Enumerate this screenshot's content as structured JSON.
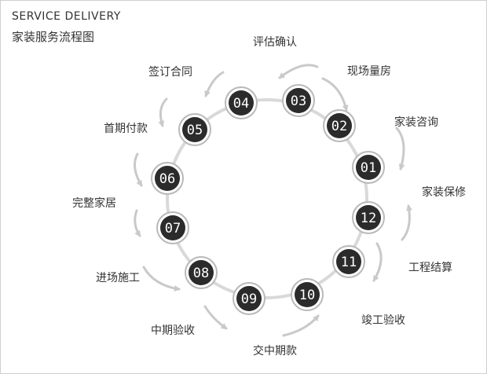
{
  "header": {
    "brand": "SERVICE DELIVERY",
    "title": "家装服务流程图"
  },
  "colors": {
    "node_fill": "#2b2b2b",
    "node_ring": "#b9b9b9",
    "ring": "#d9d9d9",
    "arrow": "#c9c9c9",
    "text": "#333333"
  },
  "steps": [
    {
      "num": "01",
      "label": "家装咨询"
    },
    {
      "num": "02",
      "label": "现场量房"
    },
    {
      "num": "03",
      "label": "评估确认"
    },
    {
      "num": "04",
      "label": "签订合同"
    },
    {
      "num": "05",
      "label": "首期付款"
    },
    {
      "num": "06",
      "label": "完整家居"
    },
    {
      "num": "07",
      "label": "进场施工"
    },
    {
      "num": "08",
      "label": "中期验收"
    },
    {
      "num": "09",
      "label": "交中期款"
    },
    {
      "num": "10",
      "label": "竣工验收"
    },
    {
      "num": "11",
      "label": "工程结算"
    },
    {
      "num": "12",
      "label": "家装保修"
    }
  ]
}
